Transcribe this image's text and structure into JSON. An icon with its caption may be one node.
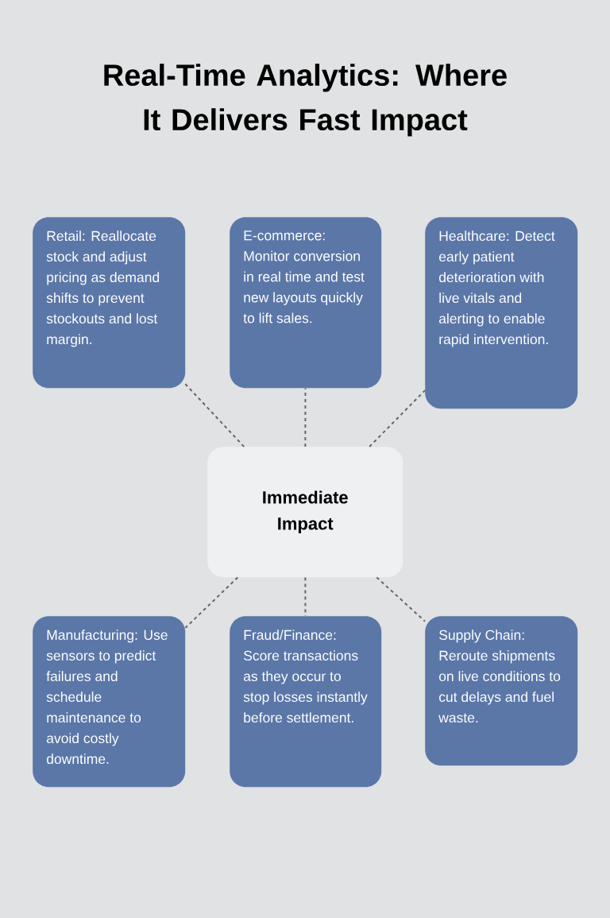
{
  "diagram": {
    "title": "Real-Time Analytics: Where It Delivers Fast Impact",
    "nodes": [
      {
        "text": [
          "Retail: Reallocate stock and adjust pricing as demand shifts to prevent stockouts and lost margin."
        ]
      },
      {
        "text": [
          "E-commerce: Monitor conversion in real time and test new layouts quickly to lift sales."
        ]
      },
      {
        "text": [
          "Healthcare: Detect early patient deterioration with live vitals and alerting to enable rapid intervention."
        ]
      },
      {
        "text": [
          "Immediate Impact"
        ]
      },
      {
        "text": [
          "Manufacturing: Use sensors to predict failures and schedule maintenance to avoid costly downtime."
        ]
      },
      {
        "text": [
          "Fraud/Finance: Score transactions as they occur to stop losses instantly before settlement."
        ]
      },
      {
        "text": [
          "Supply Chain: Reroute shipments on live conditions to cut delays and fuel waste."
        ]
      }
    ],
    "edges": [
      {
        "from": 3,
        "to": 0,
        "arrow": "none",
        "style": "dashed"
      },
      {
        "from": 3,
        "to": 1,
        "arrow": "none",
        "style": "dashed"
      },
      {
        "from": 3,
        "to": 2,
        "arrow": "none",
        "style": "dashed"
      },
      {
        "from": 3,
        "to": 4,
        "arrow": "none",
        "style": "dashed"
      },
      {
        "from": 3,
        "to": 5,
        "arrow": "none",
        "style": "dashed"
      },
      {
        "from": 3,
        "to": 6,
        "arrow": "none",
        "style": "dashed"
      }
    ]
  }
}
